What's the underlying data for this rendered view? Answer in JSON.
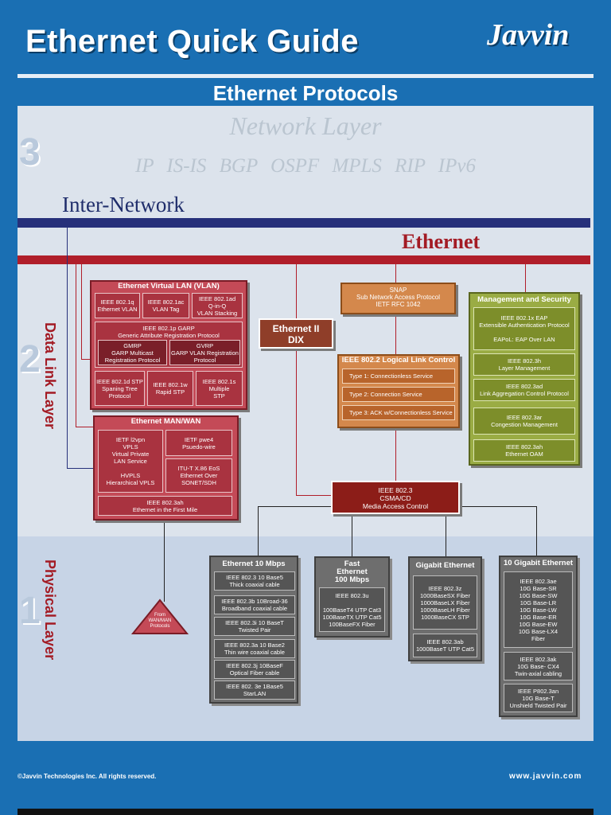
{
  "header": {
    "title": "Ethernet Quick Guide",
    "logo": "Javvin",
    "subtitle": "Ethernet Protocols"
  },
  "layers": {
    "network": {
      "number": "3",
      "name": "Network Layer",
      "protocols": "IP  IS-IS  BGP  OSPF  MPLS  RIP  IPv6"
    },
    "datalink": {
      "number": "2",
      "name": "Data Link Layer"
    },
    "physical": {
      "number": "1",
      "name": "Physical Layer"
    }
  },
  "bands": {
    "internetwork": "Inter-Network",
    "ethernet": "Ethernet"
  },
  "vlan": {
    "title": "Ethernet Virtual LAN (VLAN)",
    "q": "IEEE 802.1q\nEthernet VLAN",
    "ac": "IEEE 802.1ac\nVLAN Tag",
    "ad": "IEEE 802.1ad\nQ-in-Q\nVLAN Stacking",
    "garp": "IEEE 802.1p GARP\nGeneric Attribute Registration Protocol",
    "gmrp": "GMRP\nGARP Multicast\nRegistration Protocol",
    "gvrp": "GVRP\nGARP VLAN Registration\nProtocol",
    "stp": "IEEE 802.1d STP\nSpaning Tree\nProtocol",
    "rstp": "IEEE 802.1w\nRapid STP",
    "mstp": "IEEE 802.1s\nMultiple\nSTP"
  },
  "manwan": {
    "title": "Ethernet  MAN/WAN",
    "l2vpn": "IETF l2vpn\nVPLS\nVirtual Private\nLAN Service\n\nHVPLS\nHierarchical VPLS",
    "pwe3": "IETF pwe4\nPsuedo-wire",
    "x86": "ITU-T X.86 EoS\nEthernet Over\nSONET/SDH",
    "ah": "IEEE 802.3ah\nEthernet in the First Mile"
  },
  "ethernet2": "Ethernet II\nDIX",
  "snap": "SNAP\nSub Network Access Protocol\nIETF RFC 1042",
  "llc": {
    "title": "IEEE 802.2 Logical Link Control",
    "t1": "Type 1: Connectionless Service",
    "t2": "Type 2: Connection Service",
    "t3": "Type 3: ACK w/Connectionless Service"
  },
  "mgmt": {
    "title": "Management and Security",
    "eap": "IEEE 802.1x EAP\nExtensible Authentication Protocol\n\nEAPoL: EAP Over LAN",
    "ah_layer": "IEEE 802.3h\nLayer Management",
    "lacp": "IEEE 802.3ad\nLink Aggregation Control Protocol",
    "cong": "IEEE 802.3ar\nCongestion Management",
    "oam": "IEEE 802.3ah\nEthernet OAM"
  },
  "csma": "IEEE 802.3\nCSMA/CD\nMedia Access Control",
  "from_wan": "From\nWAN/MAN\nProtocols",
  "phy10": {
    "title": "Ethernet 10 Mbps",
    "items": [
      "IEEE 802.3 10 Base5\nThick coaxial cable",
      "IEEE 802.3b 10Broad-36\nBroadband coaxial cable",
      "IEEE 802.3i 10 BaseT\nTwisted Pair",
      "IEEE 802.3a 10 Base2\nThin wire coaxial cable",
      "IEEE 802.3j 10BaseF\nOptical Fiber cable",
      "IEEE 802. 3e 1Base5\nStarLAN"
    ]
  },
  "phy100": {
    "title": "Fast\nEthernet\n100 Mbps",
    "items": [
      "IEEE 802.3u\n\n100BaseT4 UTP Cat3\n100BaseTX UTP Cat5\n100BaseFX Fiber"
    ]
  },
  "phy1g": {
    "title": "Gigabit Ethernet",
    "items": [
      "IEEE 802.3z\n1000BaseSX Fiber\n1000BaseLX Fiber\n1000BaseLH Fiber\n1000BaseCX STP",
      "IEEE 802.3ab\n1000BaseT UTP Cat5"
    ]
  },
  "phy10g": {
    "title": "10 Gigabit Ethernet",
    "items": [
      "IEEE 802.3ae\n10G Base-SR\n10G Base-SW\n10G Base-LR\n10G Base-LW\n10G Base-ER\n10G Base-EW\n10G Base-LX4\nFiber",
      "IEEE 802.3ak\n10G Base- CX4\nTwin-axial cabling",
      "IEEE P802.3an\n10G Base-T\nUnshield Twisted Pair"
    ]
  },
  "footer": {
    "copyright": "©Javvin Technologies Inc. All rights reserved.",
    "url": "www.javvin.com"
  }
}
